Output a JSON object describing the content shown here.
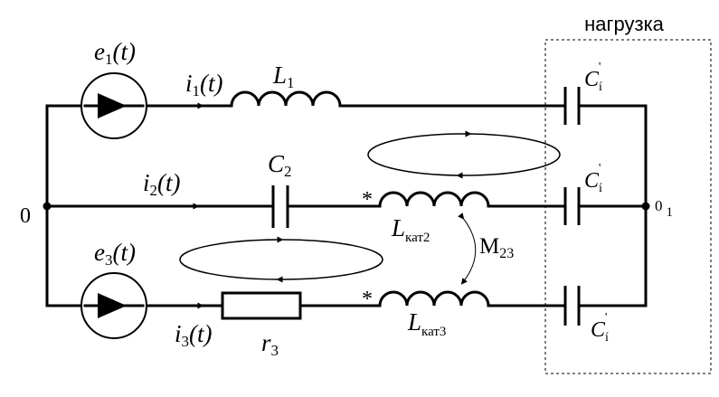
{
  "load": {
    "title": "нагрузка"
  },
  "nodes": {
    "left": "0",
    "right_main": "0",
    "right_sub": "1"
  },
  "sources": [
    {
      "name": "e",
      "sub": "1",
      "arg": "(t)"
    },
    {
      "name": "e",
      "sub": "3",
      "arg": "(t)"
    }
  ],
  "currents": [
    {
      "name": "i",
      "sub": "1",
      "arg": "(t)"
    },
    {
      "name": "i",
      "sub": "2",
      "arg": "(t)"
    },
    {
      "name": "i",
      "sub": "3",
      "arg": "(t)"
    }
  ],
  "inductor_L1": {
    "name": "L",
    "sub": "1"
  },
  "capacitor_C2": {
    "name": "C",
    "sub": "2"
  },
  "resistor_r3": {
    "name": "r",
    "sub": "3"
  },
  "coil2": {
    "name": "L",
    "sub": "кат2",
    "mark": "*"
  },
  "coil3": {
    "name": "L",
    "sub": "кат3",
    "mark": "*"
  },
  "mutual": {
    "name": "M",
    "sub": "23"
  },
  "load_caps": [
    {
      "name": "C",
      "sub": "í",
      "prime": "'"
    },
    {
      "name": "C",
      "sub": "í",
      "prime": "'"
    },
    {
      "name": "C",
      "sub": "í",
      "prime": "'"
    }
  ]
}
